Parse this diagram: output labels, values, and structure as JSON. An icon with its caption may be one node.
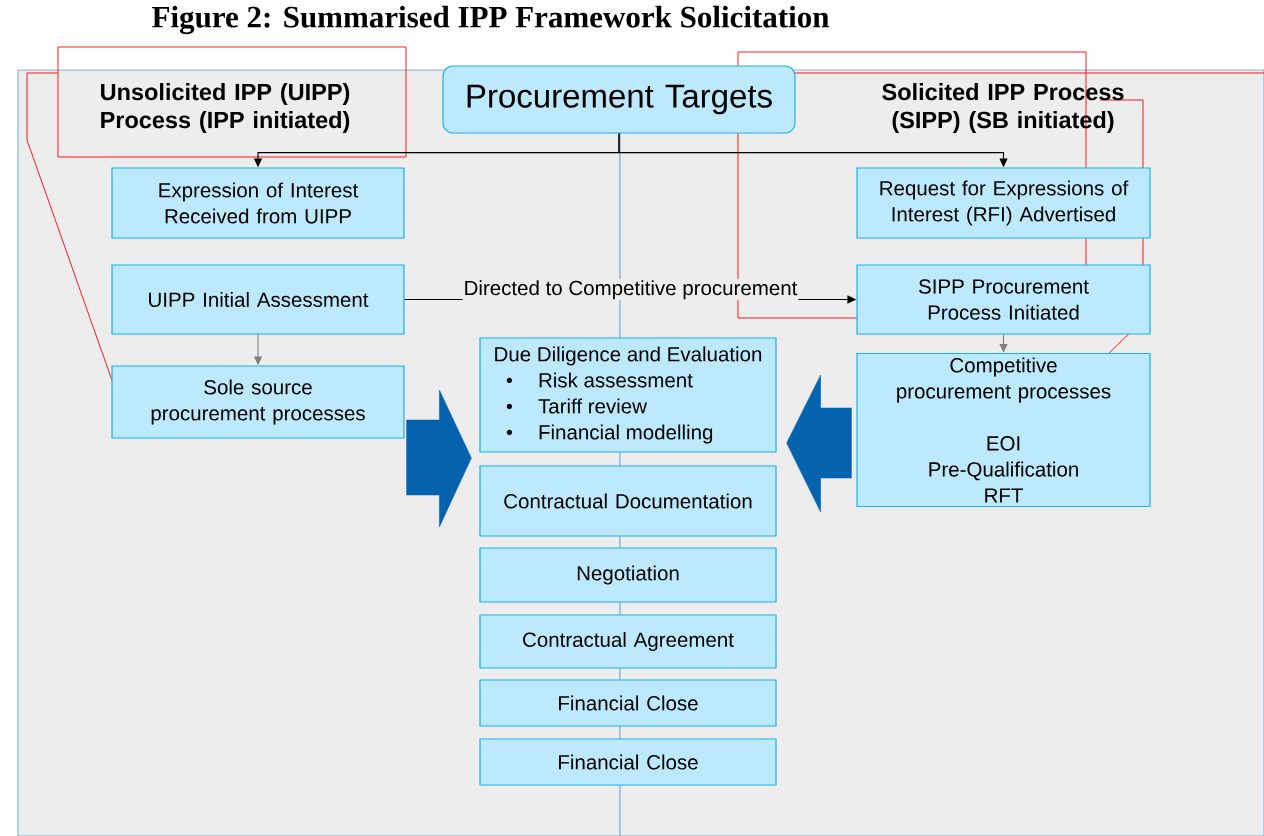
{
  "diagram": {
    "title": "Figure 2: Summarised IPP Framework Solicitation",
    "nodes": [
      {
        "text": [
          "Procurement Targets"
        ]
      },
      {
        "text": [
          "Expression of Interest Received from UIPP"
        ]
      },
      {
        "text": [
          "UIPP Initial Assessment"
        ]
      },
      {
        "text": [
          "Sole source procurement processes"
        ]
      },
      {
        "text": [
          "Request for Expressions of Interest (RFI) Advertised"
        ]
      },
      {
        "text": [
          "SIPP Procurement Process Initiated"
        ]
      },
      {
        "text": [
          "Competitive procurement processes",
          "EOI",
          "Pre-Qualification",
          "RFT"
        ]
      },
      {
        "text": [
          "Due Diligence and Evaluation",
          "Risk assessment",
          "Tariff review",
          "Financial modelling"
        ]
      },
      {
        "text": [
          "Contractual Documentation"
        ]
      },
      {
        "text": [
          "Negotiation"
        ]
      },
      {
        "text": [
          "Contractual Agreement"
        ]
      },
      {
        "text": [
          "Financial Close"
        ]
      },
      {
        "text": [
          "Financial Close"
        ]
      }
    ],
    "edges": [
      {
        "from": 0,
        "to": 1,
        "arrow": "to"
      },
      {
        "from": 0,
        "to": 4,
        "arrow": "to"
      },
      {
        "from": 2,
        "to": 5,
        "arrow": "to",
        "label": "Directed to Competitive procurement"
      },
      {
        "from": 2,
        "to": 3,
        "arrow": "to",
        "color": "#7f7f7f"
      },
      {
        "from": 5,
        "to": 6,
        "arrow": "to",
        "color": "#7f7f7f"
      },
      {
        "from": 3,
        "to": 7,
        "arrow": "to",
        "style": "thick",
        "color": "#0563ad"
      },
      {
        "from": 6,
        "to": 7,
        "arrow": "to",
        "style": "thick",
        "color": "#0563ad"
      }
    ],
    "labels": [
      "Unsolicited IPP (UIPP) Process (IPP initiated)",
      "Solicited IPP Process (SIPP) (SB initiated)"
    ]
  }
}
